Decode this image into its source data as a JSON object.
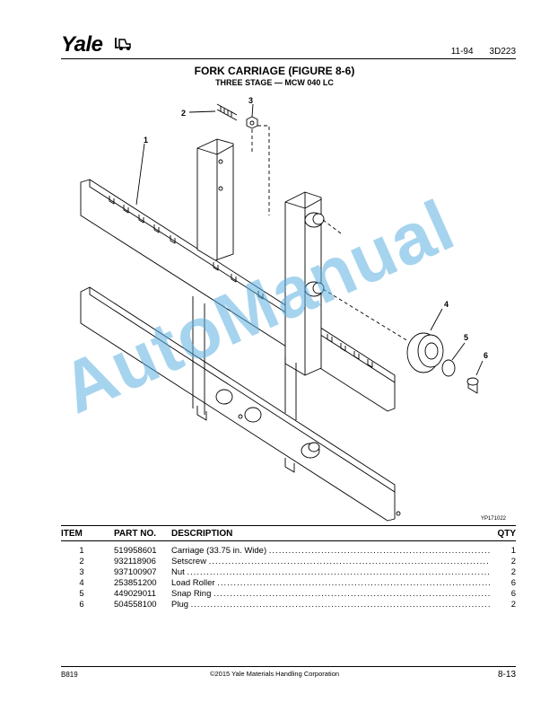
{
  "header": {
    "logo_text": "Yale",
    "logo_icon": "forklift-icon",
    "date_code": "11-94",
    "doc_number": "3D223"
  },
  "title": "FORK CARRIAGE (FIGURE 8-6)",
  "subtitle": "THREE STAGE — MCW 040 LC",
  "figure": {
    "callouts": [
      "1",
      "2",
      "3",
      "4",
      "5",
      "6"
    ],
    "figure_code": "YP171022",
    "watermark": "AutoManual"
  },
  "table": {
    "headers": {
      "item": "ITEM",
      "part_no": "PART NO.",
      "description": "DESCRIPTION",
      "qty": "QTY"
    },
    "rows": [
      {
        "item": "1",
        "part_no": "519958601",
        "description": "Carriage (33.75 in. Wide)",
        "qty": "1"
      },
      {
        "item": "2",
        "part_no": "932118906",
        "description": "Setscrew",
        "qty": "2"
      },
      {
        "item": "3",
        "part_no": "937100907",
        "description": "Nut",
        "qty": "2"
      },
      {
        "item": "4",
        "part_no": "253851200",
        "description": "Load Roller",
        "qty": "6"
      },
      {
        "item": "5",
        "part_no": "449029011",
        "description": "Snap Ring",
        "qty": "6"
      },
      {
        "item": "6",
        "part_no": "504558100",
        "description": "Plug",
        "qty": "2"
      }
    ]
  },
  "footer": {
    "left": "B819",
    "center": "©2015 Yale Materials Handling Corporation",
    "right": "8-13"
  }
}
